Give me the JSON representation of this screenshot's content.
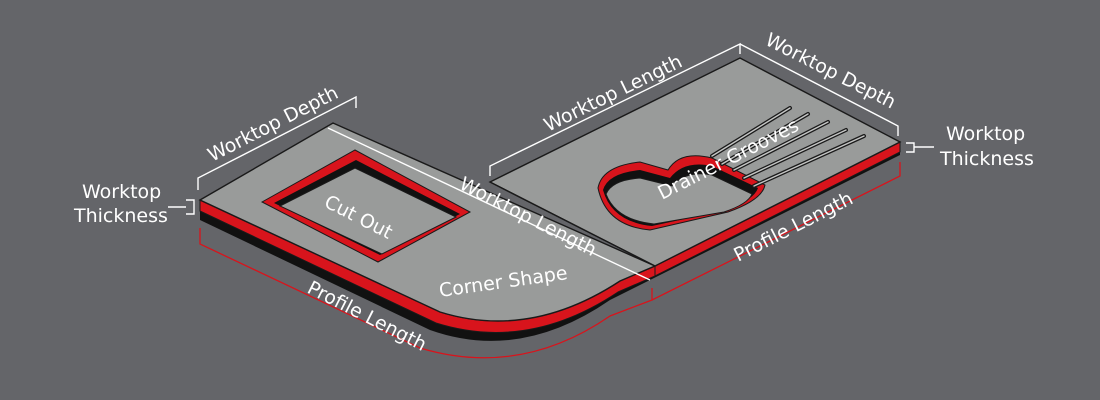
{
  "colors": {
    "background": "#646569",
    "worktop_surface": "#999b9a",
    "edge_profile": "#d8141c",
    "shadow": "#111111",
    "outline": "#1a1a1a",
    "label_text": "#ffffff"
  },
  "labels": {
    "worktop_depth_left": "Worktop Depth",
    "worktop_depth_right": "Worktop Depth",
    "worktop_length_diag": "Worktop Length",
    "worktop_length_top": "Worktop Length",
    "worktop_thickness_left_1": "Worktop",
    "worktop_thickness_left_2": "Thickness",
    "worktop_thickness_right_1": "Worktop",
    "worktop_thickness_right_2": "Thickness",
    "cut_out": "Cut Out",
    "drainer_grooves": "Drainer Grooves",
    "corner_shape": "Corner Shape",
    "profile_length_left": "Profile Length",
    "profile_length_right": "Profile Length"
  }
}
